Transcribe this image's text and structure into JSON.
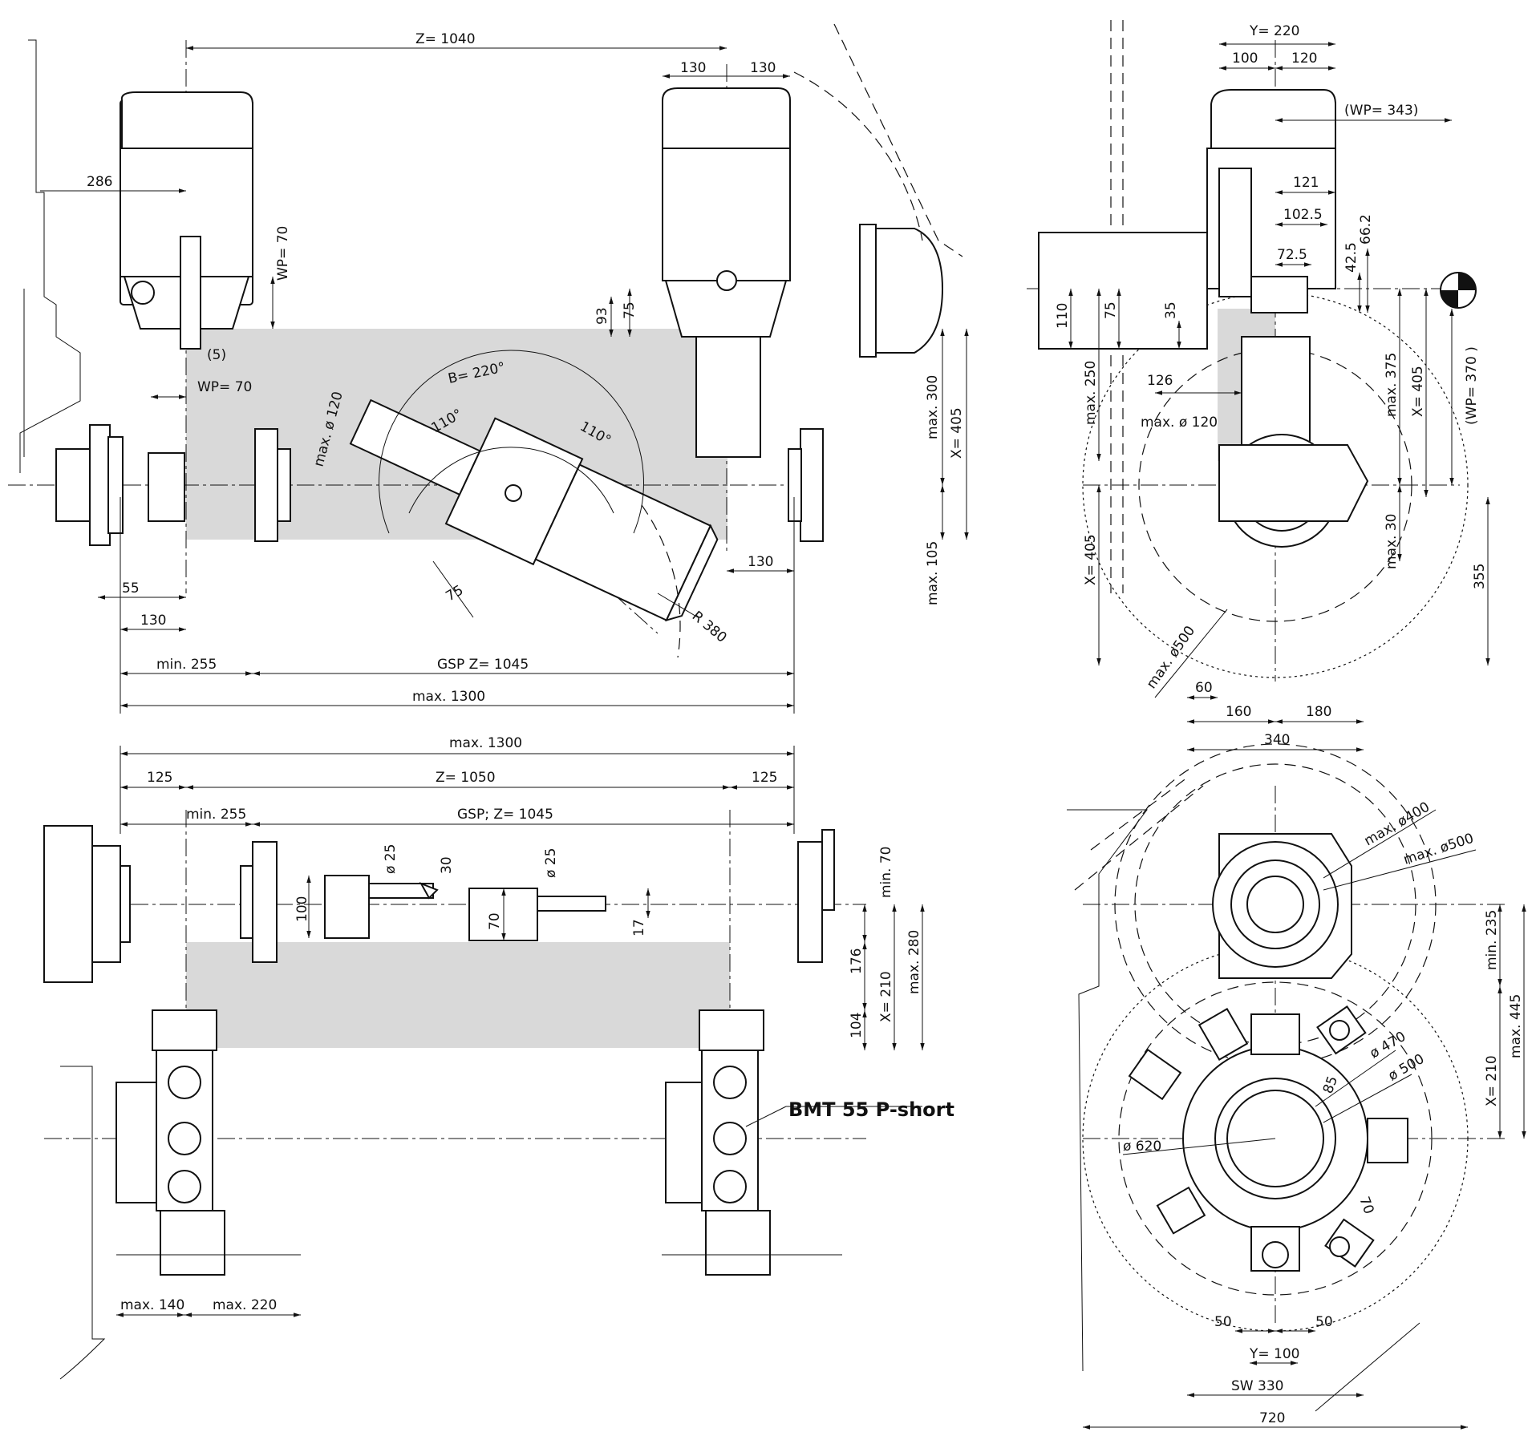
{
  "labels": {
    "tl_z1040": "Z= 1040",
    "tl_130a": "130",
    "tl_130b": "130",
    "tl_286": "286",
    "tl_wp70_v": "WP= 70",
    "tl_5": "(5)",
    "tl_wp70_h": "WP= 70",
    "tl_93": "93",
    "tl_75": "75",
    "tl_b220": "B= 220°",
    "tl_110a": "110°",
    "tl_110b": "110°",
    "tl_maxd120": "max. ø 120",
    "tl_max300": "max. 300",
    "tl_x405": "X= 405",
    "tl_max105": "max. 105",
    "tl_130c": "130",
    "tl_55": "55",
    "tl_130d": "130",
    "tl_75b": "75",
    "tl_r380": "R 380",
    "tl_min255": "min. 255",
    "tl_gsp1045": "GSP  Z= 1045",
    "tl_max1300": "max. 1300",
    "tr_y220": "Y= 220",
    "tr_100": "100",
    "tr_120": "120",
    "tr_wp343": "(WP= 343)",
    "tr_121": "121",
    "tr_1025": "102.5",
    "tr_662": "66.2",
    "tr_725": "72.5",
    "tr_425": "42.5",
    "tr_110": "110",
    "tr_75": "75",
    "tr_35": "35",
    "tr_126": "126",
    "tr_max250": "max. 250",
    "tr_maxd120": "max. ø 120",
    "tr_max375": "max. 375",
    "tr_x405a": "X= 405",
    "tr_wp370": "(WP= 370 )",
    "tr_max30": "max. 30",
    "tr_x405b": "X= 405",
    "tr_355": "355",
    "tr_maxd500": "max. ø500",
    "tr_60": "60",
    "tr_160": "160",
    "tr_180": "180",
    "tr_340": "340",
    "bl_max1300": "max. 1300",
    "bl_125a": "125",
    "bl_z1050": "Z= 1050",
    "bl_125b": "125",
    "bl_min255": "min. 255",
    "bl_gsp1045": "GSP; Z= 1045",
    "bl_d25a": "ø 25",
    "bl_30": "30",
    "bl_d25b": "ø 25",
    "bl_min70": "min. 70",
    "bl_100": "100",
    "bl_70": "70",
    "bl_17": "17",
    "bl_176": "176",
    "bl_max280": "max. 280",
    "bl_x210": "X= 210",
    "bl_104": "104",
    "bl_bmt": "BMT 55 P-short",
    "bl_max140": "max. 140",
    "bl_max220": "max. 220",
    "br_maxd400": "max. ø400",
    "br_maxd500": "max. ø500",
    "br_min235": "min. 235",
    "br_max445": "max. 445",
    "br_d470": "ø 470",
    "br_d500": "ø 500",
    "br_85": "85",
    "br_x210": "X= 210",
    "br_d620": "ø 620",
    "br_70": "70",
    "br_50a": "50",
    "br_50b": "50",
    "br_y100": "Y= 100",
    "br_sw330": "SW 330",
    "br_720": "720"
  }
}
